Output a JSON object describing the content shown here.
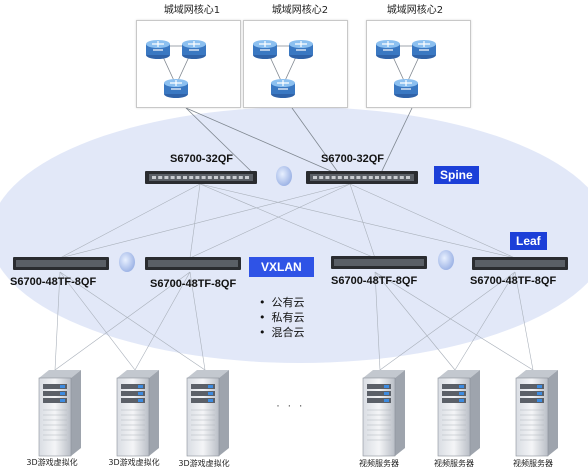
{
  "core_nodes": [
    {
      "title": "城域网核心1"
    },
    {
      "title": "城域网核心2"
    },
    {
      "title": "城域网核心2"
    }
  ],
  "spine": {
    "tag": "Spine",
    "switches": [
      {
        "model": "S6700-32QF"
      },
      {
        "model": "S6700-32QF"
      }
    ]
  },
  "leaf": {
    "tag": "Leaf",
    "switches": [
      {
        "model": "S6700-48TF-8QF"
      },
      {
        "model": "S6700-48TF-8QF"
      },
      {
        "model": "S6700-48TF-8QF"
      },
      {
        "model": "S6700-48TF-8QF"
      }
    ]
  },
  "vxlan": {
    "tag": "VXLAN",
    "clouds": [
      "公有云",
      "私有云",
      "混合云"
    ]
  },
  "ellipsis": "· · ·",
  "servers": [
    {
      "label": "3D游戏虚拟化"
    },
    {
      "label": "3D游戏虚拟化"
    },
    {
      "label": "3D游戏虚拟化"
    },
    {
      "label": "视频服务器"
    },
    {
      "label": "视频服务器"
    },
    {
      "label": "视频服务器"
    }
  ],
  "colors": {
    "ellipse_fill": "#dfe6f7",
    "tag_blue": "#1c3fd8",
    "router_blue": "#4a8fd6",
    "link_gray": "#9aa0a8",
    "switch_dark": "#2a2c30"
  }
}
